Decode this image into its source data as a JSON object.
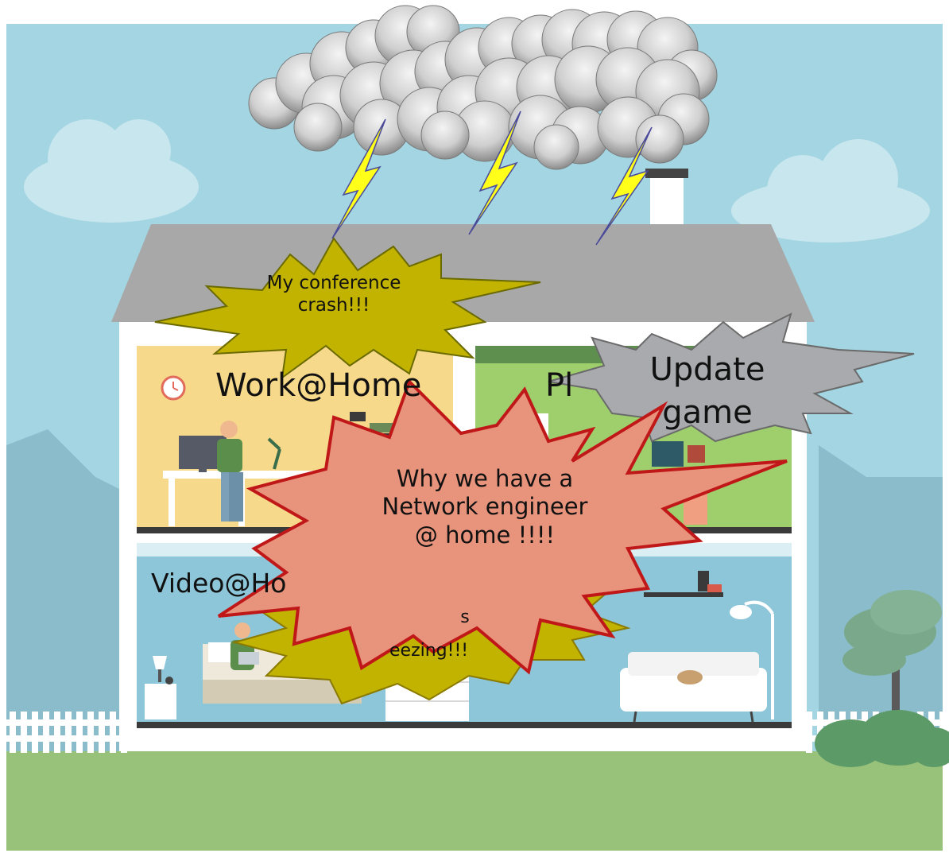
{
  "rooms": {
    "work": "Work@Home",
    "play": "Pl",
    "video": "Video@Ho"
  },
  "bursts": {
    "conference": "My conference crash!!!",
    "update": "Update game",
    "network": "Why we have a Network engineer @ home !!!!",
    "video_partial_top": "s",
    "video_partial_bottom": "eezing!!!"
  },
  "colors": {
    "sky": "#a3d5e2",
    "grass": "#98c17a",
    "roof": "#a8a8a8",
    "work_room": "#f7d98c",
    "play_room": "#9ecf6c",
    "video_room": "#8cc6d8",
    "burst_olive": "#c1b300",
    "burst_salmon": "#e8937c",
    "burst_gray": "#a9aaad",
    "lightning": "#ffff1a"
  }
}
